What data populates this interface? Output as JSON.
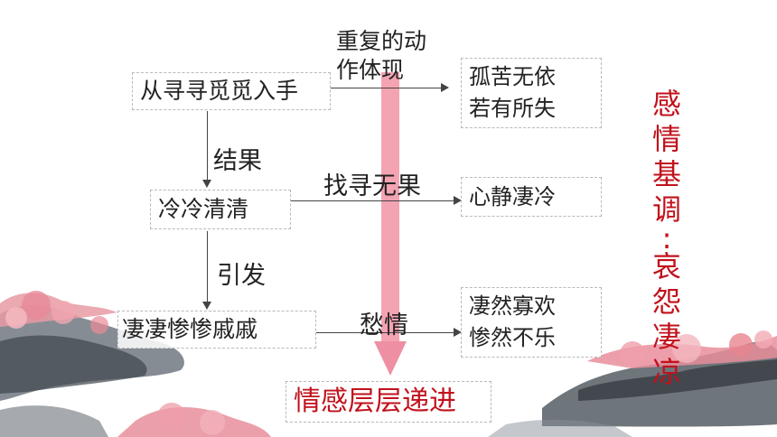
{
  "steps": [
    {
      "label": "从寻寻觅觅入手"
    },
    {
      "label": "冷冷清清"
    },
    {
      "label": "凄凄惨惨戚戚"
    }
  ],
  "links": {
    "result": "结果",
    "trigger": "引发",
    "repeat_line1": "重复的动",
    "repeat_line2": "作体现",
    "search_fail": "找寻无果",
    "sorrow": "愁情"
  },
  "feelings": [
    {
      "line1": "孤苦无依",
      "line2": "若有所失"
    },
    {
      "line1": "心静凄冷"
    },
    {
      "line1": "凄然寡欢",
      "line2": "惨然不乐"
    }
  ],
  "progress_label": "情感层层递进",
  "tone_title": [
    "感",
    "情",
    "基",
    "调",
    ":",
    "哀",
    "怨",
    "凄",
    "凉"
  ],
  "colors": {
    "accent_red": "#c1121c",
    "pink_arrow": "#f4a3b3"
  }
}
